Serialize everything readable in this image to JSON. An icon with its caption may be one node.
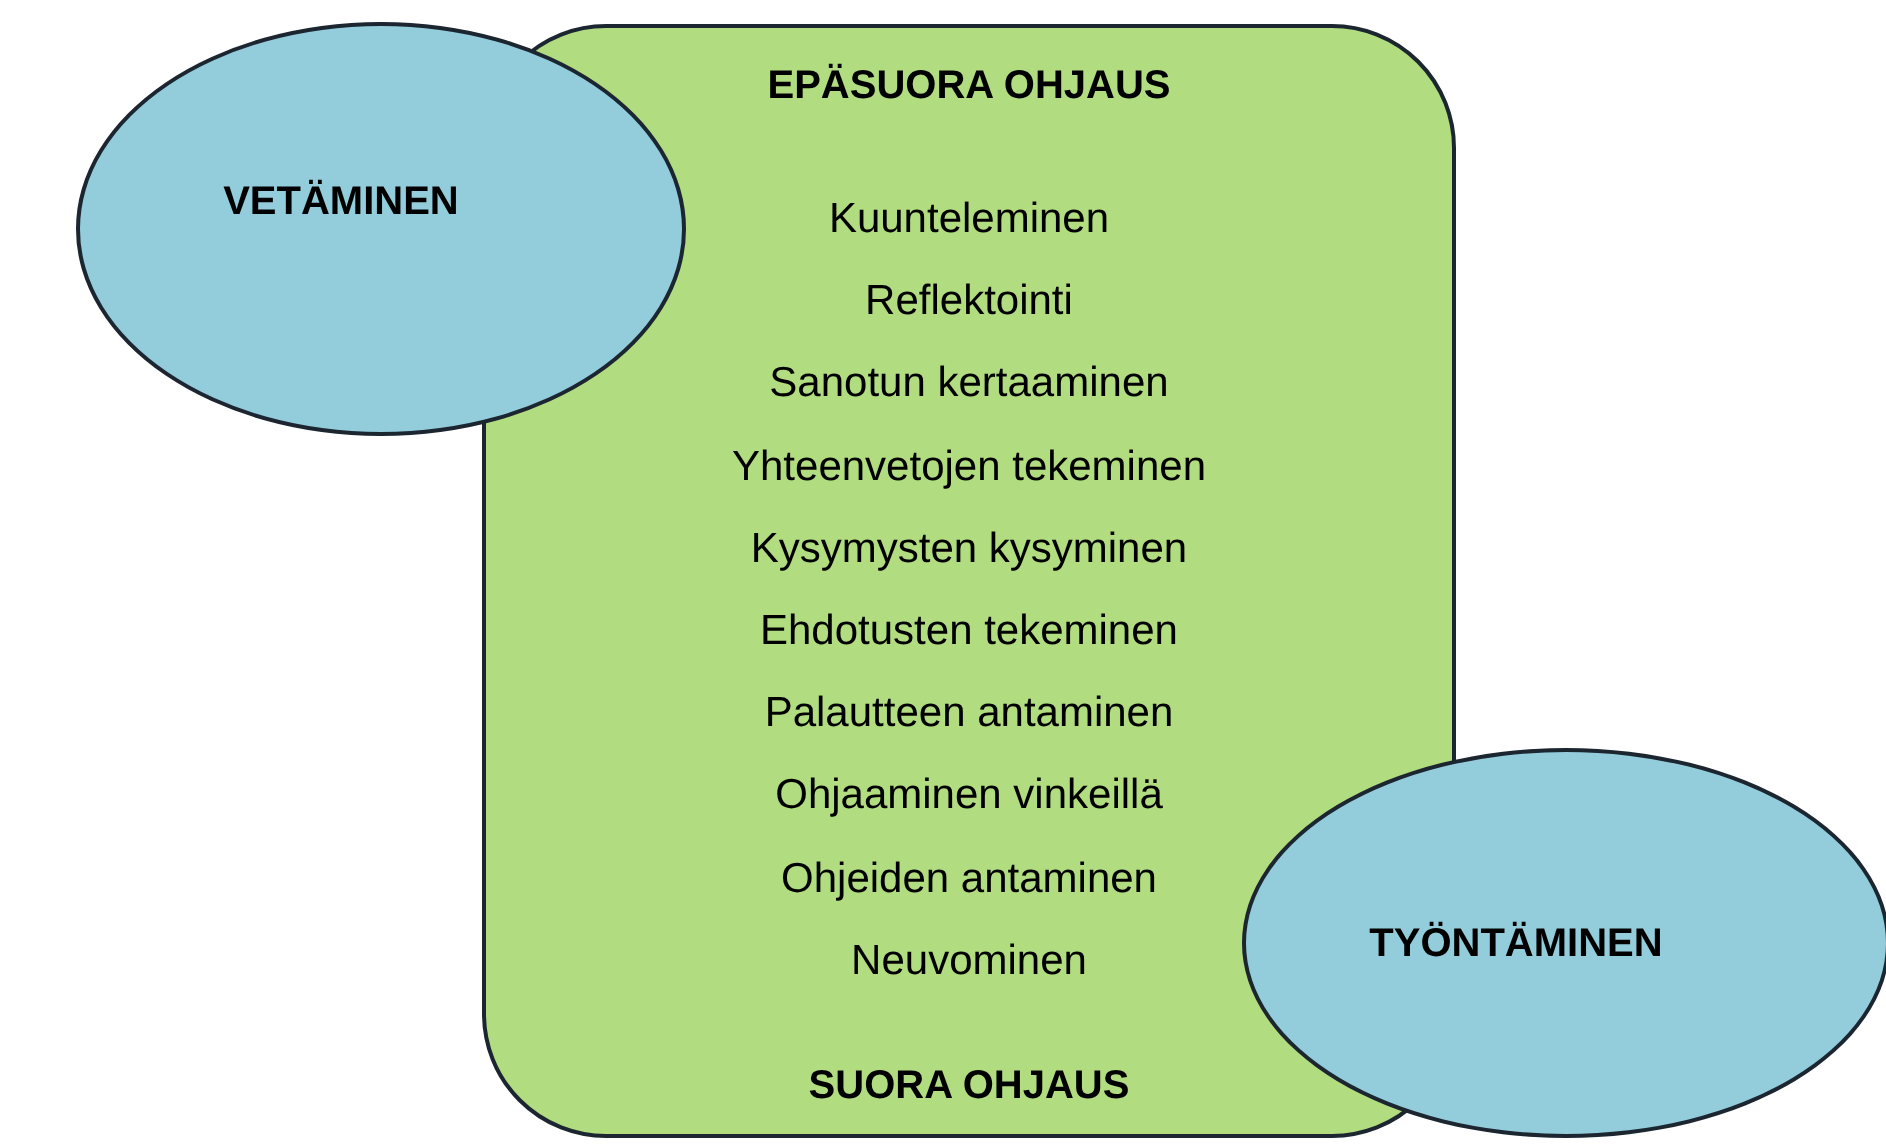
{
  "diagram": {
    "nodes": [
      {
        "text": [
          "EPÄSUORA OHJAUS",
          "Kuunteleminen",
          "Reflektointi",
          "Sanotun kertaaminen",
          "Yhteenvetojen tekeminen",
          "Kysymysten kysyminen",
          "Ehdotusten tekeminen",
          "Palautteen antaminen",
          "Ohjaaminen vinkeillä",
          "Ohjeiden antaminen",
          "Neuvominen",
          "SUORA OHJAUS"
        ]
      },
      {
        "text": [
          "VETÄMINEN"
        ]
      },
      {
        "text": [
          "TYÖNTÄMINEN"
        ]
      }
    ],
    "edges": []
  }
}
